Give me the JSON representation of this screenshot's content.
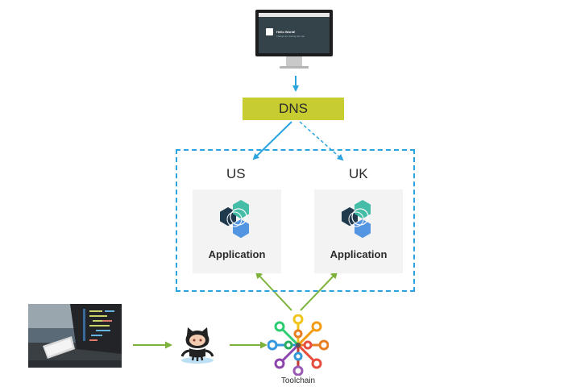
{
  "monitor": {
    "headline": "Hello World!",
    "subline": "Thanks for visiting this site"
  },
  "dns": {
    "label": "DNS"
  },
  "regions": {
    "us": {
      "label": "US",
      "app_label": "Application"
    },
    "uk": {
      "label": "UK",
      "app_label": "Application"
    }
  },
  "toolchain": {
    "label": "Toolchain"
  },
  "icons": {
    "monitor": "desktop-monitor-icon",
    "application": "hexagon-cluster-icon",
    "github": "octocat-icon",
    "toolchain": "toolchain-wheel-icon",
    "developer": "laptop-photo"
  },
  "colors": {
    "dns_fill": "#c7cc30",
    "region_border": "#2aa3df",
    "arrow_blue": "#2aa3df",
    "arrow_green": "#7db33d",
    "app_card": "#f3f3f3"
  }
}
